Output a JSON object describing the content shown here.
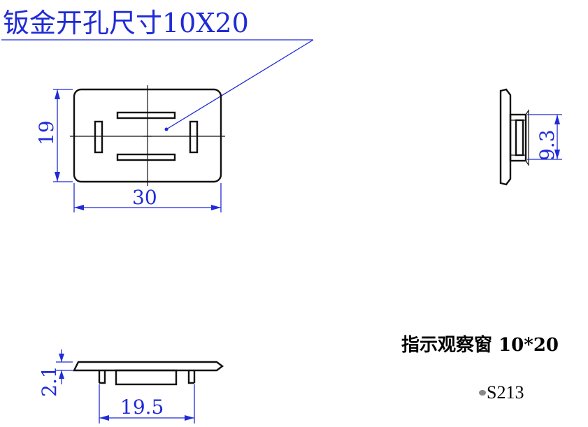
{
  "title": "钣金开孔尺寸10X20",
  "dimensions": {
    "height_top_view": "19",
    "width_top_view": "30",
    "side_height": "9.3",
    "front_thickness": "2.1",
    "front_width": "19.5"
  },
  "product_name": "指示观察窗 10*20",
  "product_code": "S213",
  "colors": {
    "dimension": "#1f2bd6",
    "outline": "#111111",
    "background": "#ffffff"
  }
}
